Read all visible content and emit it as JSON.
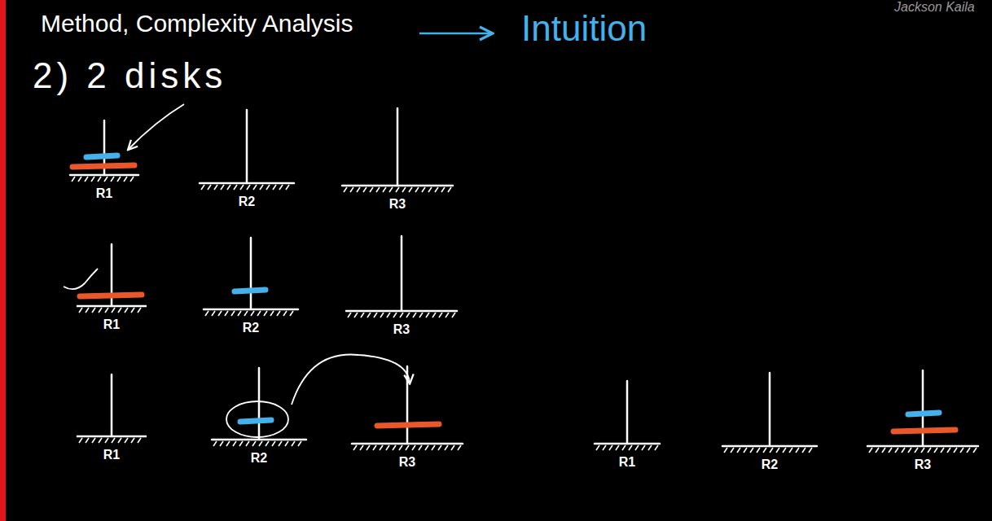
{
  "diagram": {
    "title": "Method, Complexity Analysis",
    "labels": [
      "Jackson Kaila",
      "Intuition",
      "2) 2 disks",
      "R1",
      "R2",
      "R3",
      "R1",
      "R2",
      "R3",
      "R1",
      "R2",
      "R3",
      "R1",
      "R2",
      "R3"
    ]
  }
}
